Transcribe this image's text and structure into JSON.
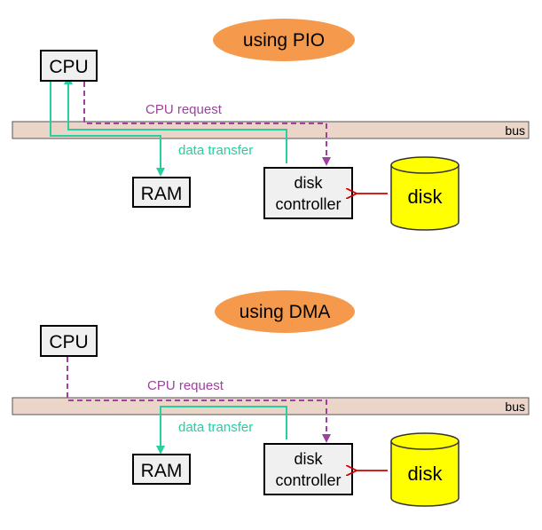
{
  "colors": {
    "bus_fill": "#ead5c8",
    "box_fill": "#f0f0f0",
    "oval_fill": "#f59a4d",
    "disk_fill": "#ffff00",
    "data_line": "#25cf9f",
    "request_line": "#a040a0",
    "disk_arrow": "#d00000"
  },
  "pio": {
    "title": "using PIO",
    "cpu": "CPU",
    "ram": "RAM",
    "bus": "bus",
    "controller_line1": "disk",
    "controller_line2": "controller",
    "disk": "disk",
    "request_label": "CPU request",
    "transfer_label": "data transfer"
  },
  "dma": {
    "title": "using DMA",
    "cpu": "CPU",
    "ram": "RAM",
    "bus": "bus",
    "controller_line1": "disk",
    "controller_line2": "controller",
    "disk": "disk",
    "request_label": "CPU request",
    "transfer_label": "data transfer"
  }
}
